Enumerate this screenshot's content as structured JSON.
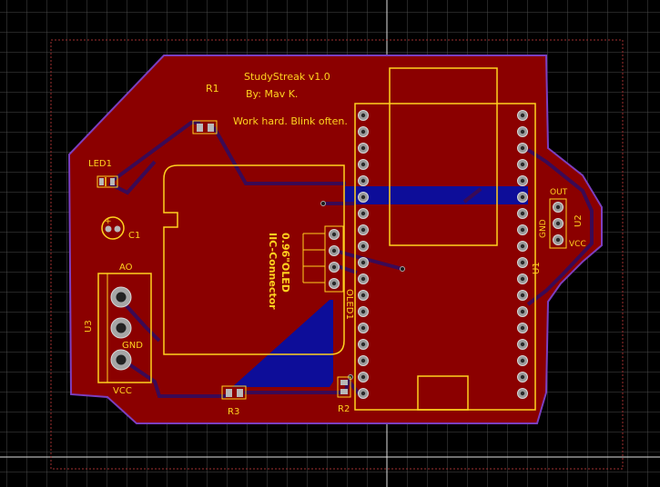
{
  "board": {
    "silk_title": "StudyStreak v1.0",
    "silk_author": "By: Mav K.",
    "silk_motto": "Work hard. Blink often.",
    "oled_label_line1": "0.96\"OLED",
    "oled_label_line2": "IIC-Connector"
  },
  "designators": {
    "r1": "R1",
    "r2": "R2",
    "r3": "R3",
    "led1": "LED1",
    "c1": "C1",
    "u1": "U1",
    "u2": "U2",
    "u3": "U3",
    "oled1": "OLED1"
  },
  "pin_labels": {
    "ao": "AO",
    "gnd_u3": "GND",
    "vcc_u3": "VCC",
    "out_u2": "OUT",
    "gnd_u2": "GND",
    "vcc_u2": "VCC"
  },
  "colors": {
    "background": "#000000",
    "grid": "#4a4a4a",
    "board_fill": "#8b0000",
    "outline": "#7b3fbf",
    "silkscreen": "#ffd21f",
    "copper_bottom": "#0d0d99",
    "pad": "#b8b8b8",
    "keepout": "#a03030"
  }
}
